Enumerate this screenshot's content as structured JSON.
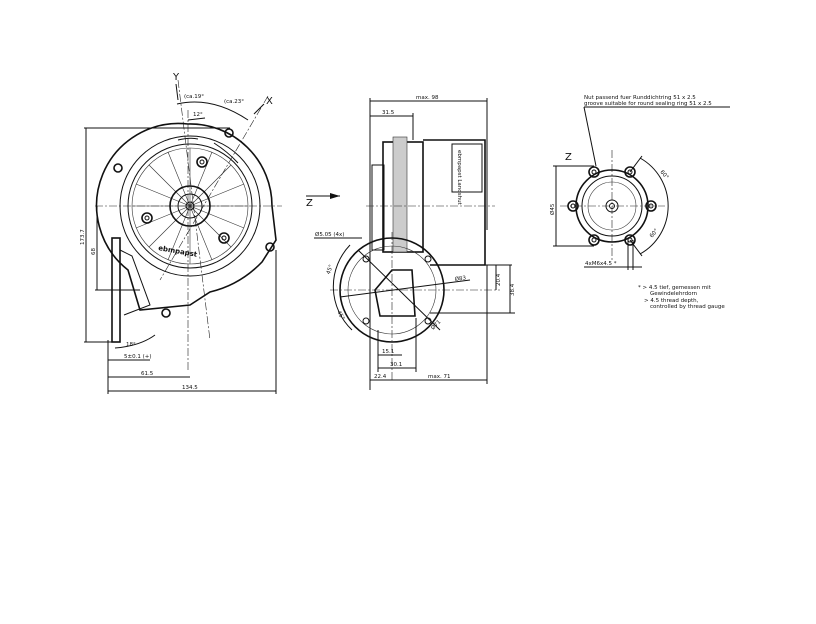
{
  "front_view": {
    "axis_y": "Y",
    "axis_x": "X",
    "angle_ca19": "(ca.19°",
    "angle_ca23": "(ca.23°",
    "angle_12": "12°",
    "height_dim": "173.7",
    "flange_dim": "68",
    "angle_18": "18°",
    "offset_dim": "5±0.1 (+)",
    "center_dim": "61.5",
    "width_dim": "134.5",
    "logo_text": "ebmpapst"
  },
  "side_view": {
    "view_arrow_label": "Z",
    "max_length": "max. 98",
    "depth_dim": "31.5",
    "hole_dim": "Ø5.05 (4x)",
    "angle_45_top": "45°",
    "angle_45_bottom": "45°",
    "circle_83": "Ø83",
    "circle_71": "Ø71",
    "dim_20_4": "20.4",
    "dim_38_4": "38.4",
    "dim_15_1": "15.1",
    "dim_30_1": "30.1",
    "dim_22_4": "22.4",
    "max_71": "max. 71",
    "label_text": "ebmpapst Landshut"
  },
  "detail_view": {
    "title": "Z",
    "note_de": "Nut passend fuer Runddichtring 51 x 2.5",
    "note_en": "groove suitable for round sealing ring 51 x 2.5",
    "diameter": "Ø45",
    "angle_60_top": "60°",
    "angle_60_bottom": "60°",
    "thread": "4xM6x4.5 *",
    "footnote_de_1": "* > 4.5 tief, gemessen mit",
    "footnote_de_2": "Gewindelehrdorn",
    "footnote_en_1": "> 4.5 thread depth,",
    "footnote_en_2": "controlled by thread gauge"
  }
}
